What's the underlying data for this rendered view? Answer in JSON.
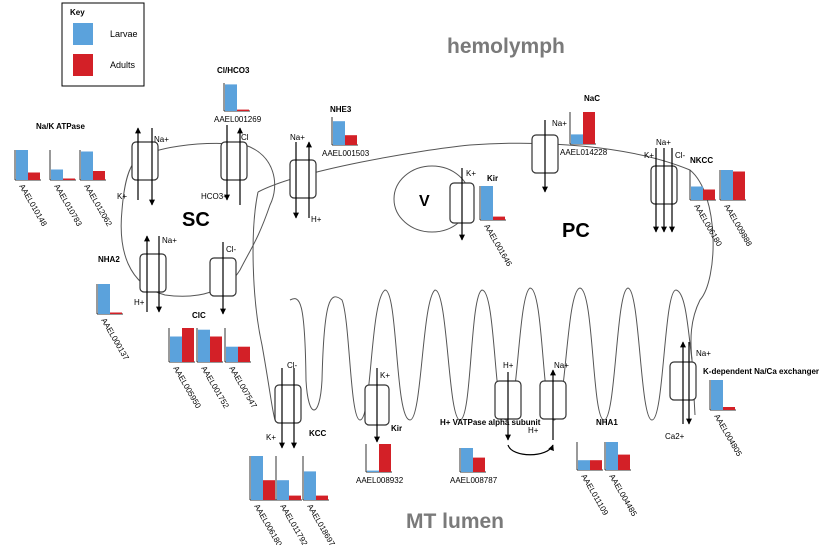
{
  "colors": {
    "larvae": "#5ba2dc",
    "adults": "#d32027",
    "text_big": "#7a7a7a",
    "axis": "#333333"
  },
  "key": {
    "title": "Key",
    "items": [
      {
        "label": "Larvae",
        "color": "#5ba2dc"
      },
      {
        "label": "Adults",
        "color": "#d32027"
      }
    ]
  },
  "regions": {
    "hemolymph": "hemolymph",
    "lumen": "MT lumen",
    "sc": "SC",
    "pc": "PC",
    "v": "V"
  },
  "transporters": [
    {
      "id": "na_k",
      "label": "Na/K ATPase",
      "ions": [
        "Na+",
        "K+"
      ]
    },
    {
      "id": "cl_hco3",
      "label": "Cl/HCO3",
      "ions": [
        "Cl",
        "HCO3-"
      ]
    },
    {
      "id": "nhe3",
      "label": "NHE3",
      "ions": [
        "Na+",
        "H+"
      ]
    },
    {
      "id": "nac",
      "label": "NaC",
      "ions": [
        "Na+"
      ]
    },
    {
      "id": "nkcc",
      "label": "NKCC",
      "ions": [
        "K+",
        "Na+",
        "Cl-"
      ]
    },
    {
      "id": "kir_v",
      "label": "Kir",
      "ions": [
        "K+"
      ]
    },
    {
      "id": "nha2",
      "label": "NHA2",
      "ions": [
        "Na+",
        "H+"
      ]
    },
    {
      "id": "clc",
      "label": "ClC",
      "ions": [
        "Cl-"
      ]
    },
    {
      "id": "kcc",
      "label": "KCC",
      "ions": [
        "Cl-",
        "K+"
      ]
    },
    {
      "id": "kir_lumen",
      "label": "Kir",
      "ions": [
        "K+"
      ]
    },
    {
      "id": "vatpase",
      "label": "H+ VATPase alpha subunit",
      "ions": [
        "H+"
      ]
    },
    {
      "id": "nha1",
      "label": "NHA1",
      "ions": [
        "H+",
        "Na+",
        "H+"
      ]
    },
    {
      "id": "kdep",
      "label": "K-dependent Na/Ca exchanger",
      "ions": [
        "Na+",
        "Ca2+"
      ]
    }
  ],
  "chart_data": {
    "type": "bar",
    "series": [
      {
        "name": "Larvae"
      },
      {
        "name": "Adults"
      }
    ],
    "genes": [
      {
        "group": "Na/K ATPase",
        "gene": "AAEL010148",
        "larvae": 1.0,
        "adults": 0.25
      },
      {
        "group": "Na/K ATPase",
        "gene": "AAEL010783",
        "larvae": 0.35,
        "adults": 0.05
      },
      {
        "group": "Na/K ATPase",
        "gene": "AAEL012062",
        "larvae": 0.95,
        "adults": 0.3
      },
      {
        "group": "Cl/HCO3",
        "gene": "AAEL001269",
        "larvae": 0.95,
        "adults": 0.05
      },
      {
        "group": "NHE3",
        "gene": "AAEL001503",
        "larvae": 0.85,
        "adults": 0.35
      },
      {
        "group": "NaC",
        "gene": "AAEL014228",
        "larvae": 0.3,
        "adults": 1.0
      },
      {
        "group": "NKCC",
        "gene": "AAEL006180",
        "larvae": 0.45,
        "adults": 0.35
      },
      {
        "group": "NKCC",
        "gene": "AAEL009888",
        "larvae": 1.0,
        "adults": 0.95
      },
      {
        "group": "Kir",
        "gene": "AAEL001646",
        "larvae": 1.0,
        "adults": 0.1
      },
      {
        "group": "NHA2",
        "gene": "AAEL000137",
        "larvae": 1.0,
        "adults": 0.05
      },
      {
        "group": "ClC",
        "gene": "AAEL005950",
        "larvae": 0.75,
        "adults": 1.0
      },
      {
        "group": "ClC",
        "gene": "AAEL001752",
        "larvae": 0.95,
        "adults": 0.75
      },
      {
        "group": "ClC",
        "gene": "AAEL007547",
        "larvae": 0.45,
        "adults": 0.45
      },
      {
        "group": "KCC",
        "gene": "AAEL006180",
        "larvae": 1.0,
        "adults": 0.45
      },
      {
        "group": "KCC",
        "gene": "AAEL011792",
        "larvae": 0.45,
        "adults": 0.1
      },
      {
        "group": "KCC",
        "gene": "AAEL018697",
        "larvae": 0.65,
        "adults": 0.1
      },
      {
        "group": "Kir",
        "gene": "AAEL008932",
        "larvae": 0.05,
        "adults": 1.0
      },
      {
        "group": "H+ VATPase alpha subunit",
        "gene": "AAEL008787",
        "larvae": 1.0,
        "adults": 0.6
      },
      {
        "group": "NHA1",
        "gene": "AAEL011109",
        "larvae": 0.35,
        "adults": 0.35
      },
      {
        "group": "NHA1",
        "gene": "AAEL004485",
        "larvae": 1.0,
        "adults": 0.55
      },
      {
        "group": "K-dependent Na/Ca exchanger",
        "gene": "AAEL004805",
        "larvae": 1.0,
        "adults": 0.1
      }
    ]
  }
}
